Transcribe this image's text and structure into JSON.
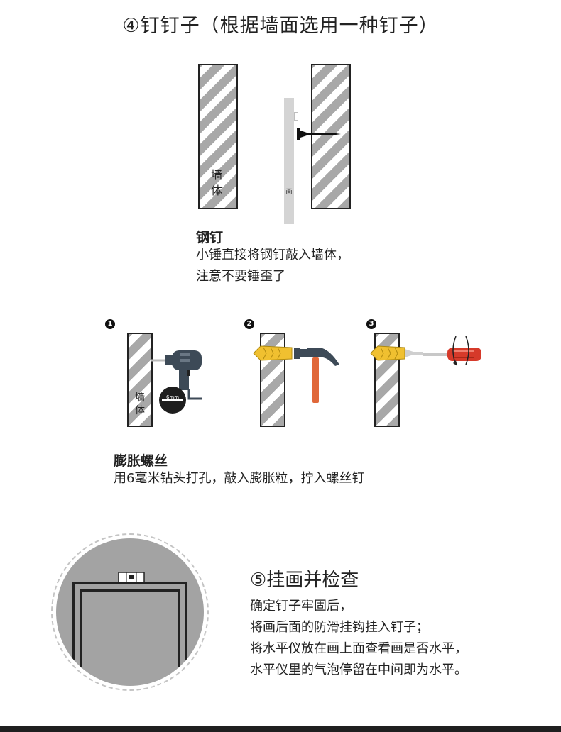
{
  "section4": {
    "title": "④钉钉子（根据墙面选用一种钉子）",
    "wall_label_1": "墙",
    "wall_label_2": "体",
    "picture_label": "画",
    "nail_heading": "钢钉",
    "nail_line1": "小锤直接将钢钉敲入墙体，",
    "nail_line2": "注意不要锤歪了"
  },
  "expansion": {
    "step1": "1",
    "step2": "2",
    "step3": "3",
    "wall_label_1": "墙",
    "wall_label_2": "体",
    "drill_badge": "6mm",
    "heading": "膨胀螺丝",
    "description": "用6毫米钻头打孔，敲入膨胀粒，拧入螺丝钉"
  },
  "section5": {
    "title": "⑤挂画并检查",
    "line1": "确定钉子牢固后，",
    "line2": "将画后面的防滑挂钩挂入钉子；",
    "line3": "将水平仪放在画上面查看画是否水平，",
    "line4": "水平仪里的气泡停留在中间即为水平。"
  },
  "colors": {
    "handle_orange": "#e0683a",
    "drill_dark": "#3d4a57",
    "anchor_yellow": "#f0c030",
    "screwdriver_red": "#d63a2a",
    "circle_gray": "#a3a3a3"
  },
  "icons": [
    "drill-icon",
    "hammer-icon",
    "screwdriver-icon",
    "rotate-arrow-icon",
    "nail-icon",
    "anchor-icon",
    "spirit-level-icon"
  ]
}
